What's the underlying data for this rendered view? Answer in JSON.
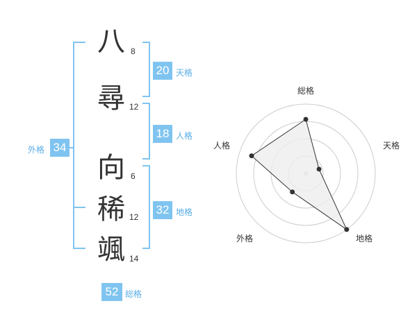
{
  "name": {
    "chars": [
      {
        "char": "八",
        "strokes": "8"
      },
      {
        "char": "尋",
        "strokes": "12"
      },
      {
        "char": "向",
        "strokes": "6"
      },
      {
        "char": "稀",
        "strokes": "12"
      },
      {
        "char": "颯",
        "strokes": "14"
      }
    ]
  },
  "fortune": {
    "tenkaku": {
      "value": "20",
      "label": "天格"
    },
    "jinkaku": {
      "value": "18",
      "label": "人格"
    },
    "chikaku": {
      "value": "32",
      "label": "地格"
    },
    "gaikaku": {
      "value": "34",
      "label": "外格"
    },
    "soukaku": {
      "value": "52",
      "label": "総格"
    }
  },
  "radar": {
    "axes": [
      "総格",
      "天格",
      "地格",
      "外格",
      "人格"
    ],
    "values": [
      0.78,
      0.2,
      1.0,
      0.33,
      0.82
    ],
    "line_color": "#333333",
    "fill_color": "#eeeeee"
  },
  "colors": {
    "accent": "#7fc4f0",
    "accent_text": "#5aaee6"
  }
}
